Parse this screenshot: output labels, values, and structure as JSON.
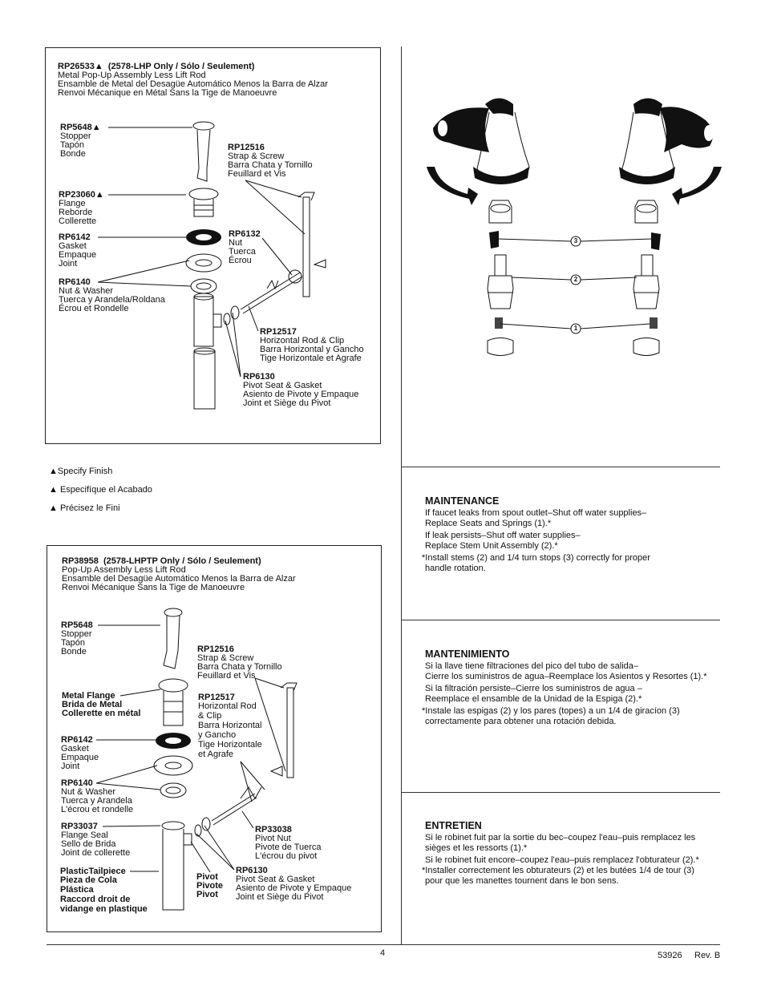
{
  "kit1": {
    "title_code": "RP26533▲",
    "title_note": "(2578-LHP Only / Sólo / Seulement)",
    "desc": [
      "Metal Pop-Up Assembly Less Lift Rod",
      "Ensamble de Metal del Desagüe Automático Menos la Barra de Alzar",
      "Renvoi Mécanique en Métal Sans la Tige de Manoeuvre"
    ],
    "parts": [
      {
        "code": "RP5648▲",
        "lines": [
          "Stopper",
          "Tapón",
          "Bonde"
        ]
      },
      {
        "code": "RP23060▲",
        "lines": [
          "Flange",
          "Reborde",
          "Collerette"
        ]
      },
      {
        "code": "RP6142",
        "lines": [
          "Gasket",
          "Empaque",
          "Joint"
        ]
      },
      {
        "code": "RP6140",
        "lines": [
          "Nut & Washer",
          "Tuerca y Arandela/Roldana",
          "Écrou et Rondelle"
        ]
      },
      {
        "code": "RP12516",
        "lines": [
          "Strap & Screw",
          "Barra Chata y Tornillo",
          "Feuillard et Vis"
        ]
      },
      {
        "code": "RP6132",
        "lines": [
          "Nut",
          "Tuerca",
          "Écrou"
        ]
      },
      {
        "code": "RP12517",
        "lines": [
          "Horizontal Rod & Clip",
          "Barra Horizontal y Gancho",
          "Tige Horizontale et Agrafe"
        ]
      },
      {
        "code": "RP6130",
        "lines": [
          "Pivot Seat & Gasket",
          "Asiento de Pivote y Empaque",
          "Joint et Siège du Pivot"
        ]
      }
    ]
  },
  "finish_notes": [
    "▲Specify Finish",
    "▲ Especifíque el Acabado",
    "▲ Précisez le Fini"
  ],
  "kit2": {
    "title_code": "RP38958",
    "title_note": "(2578-LHPTP Only / Sólo / Seulement)",
    "desc": [
      "Pop-Up Assembly Less Lift Rod",
      "Ensamble del Desagüe Automático Menos la Barra de Alzar",
      "Renvoi Mécanique Sans la Tige de Manoeuvre"
    ],
    "parts": [
      {
        "code": "RP5648",
        "lines": [
          "Stopper",
          "Tapón",
          "Bonde"
        ]
      },
      {
        "code": "RP12516",
        "lines": [
          "Strap & Screw",
          "Barra Chata y Tornillo",
          "Feuillard et Vis"
        ]
      },
      {
        "code": "",
        "lines": [
          "Metal Flange",
          "Brida de Metal",
          "Collerette en métal"
        ]
      },
      {
        "code": "RP12517",
        "lines": [
          "Horizontal Rod",
          "& Clip",
          "Barra Horizontal",
          "y Gancho",
          "Tige Horizontale",
          "et Agrafe"
        ]
      },
      {
        "code": "RP6142",
        "lines": [
          "Gasket",
          "Empaque",
          "Joint"
        ]
      },
      {
        "code": "RP6140",
        "lines": [
          "Nut & Washer",
          "Tuerca y Arandela",
          "L'écrou et rondelle"
        ]
      },
      {
        "code": "RP33037",
        "lines": [
          "Flange Seal",
          "Sello de Brida",
          "Joint de collerette"
        ]
      },
      {
        "code": "RP33038",
        "lines": [
          "Pivot Nut",
          "Pivote de Tuerca",
          "L'écrou du pivot"
        ]
      },
      {
        "code": "",
        "lines": [
          "PlasticTailpiece",
          "Pieza de Cola",
          "Plástica",
          "Raccord droit de",
          "vidange en plastique"
        ]
      },
      {
        "code": "",
        "lines": [
          "Pivot",
          "Pivote",
          "Pivot"
        ]
      },
      {
        "code": "RP6130",
        "lines": [
          "Pivot Seat & Gasket",
          "Asiento de Pivote y Empaque",
          "Joint et Siège du Pivot"
        ]
      }
    ]
  },
  "callouts": [
    "3",
    "2",
    "1"
  ],
  "maintenance": {
    "title": "MAINTENANCE",
    "lines": [
      "If faucet leaks from spout outlet–Shut off water supplies–",
      "Replace Seats and Springs (1).*",
      "If leak persists–Shut off water supplies–",
      "Replace Stem Unit Assembly (2).*",
      "*Install stems (2) and 1/4 turn stops (3) correctly for proper",
      "handle rotation."
    ]
  },
  "mantenimiento": {
    "title": "MANTENIMIENTO",
    "lines": [
      "Si la llave tiene filtraciones del pico del tubo de salida–",
      "Cierre los suministros de agua–Reemplace los Asientos y Resortes (1).*",
      "Si la filtración persiste–Cierre los suministros de agua –",
      "Reemplace el ensamble de la Unidad de la Espiga (2).*",
      "*Instale las espigas (2) y los pares (topes) a un 1/4 de giracíon (3)",
      "correctamente para obtener una rotación debida."
    ]
  },
  "entretien": {
    "title": "ENTRETIEN",
    "lines": [
      "Si le robinet fuit par la sortie du bec–coupez l'eau–puis remplacez les",
      "sièges et les ressorts (1).*",
      "Si le robinet fuit encore–coupez l'eau–puis remplacez l'obturateur (2).*",
      "*Installer correctement les obturateurs (2) et les butées 1/4 de tour (3)",
      "pour que les manettes tournent dans le bon sens."
    ]
  },
  "footer": {
    "page": "4",
    "doc": "53926",
    "rev": "Rev. B"
  }
}
